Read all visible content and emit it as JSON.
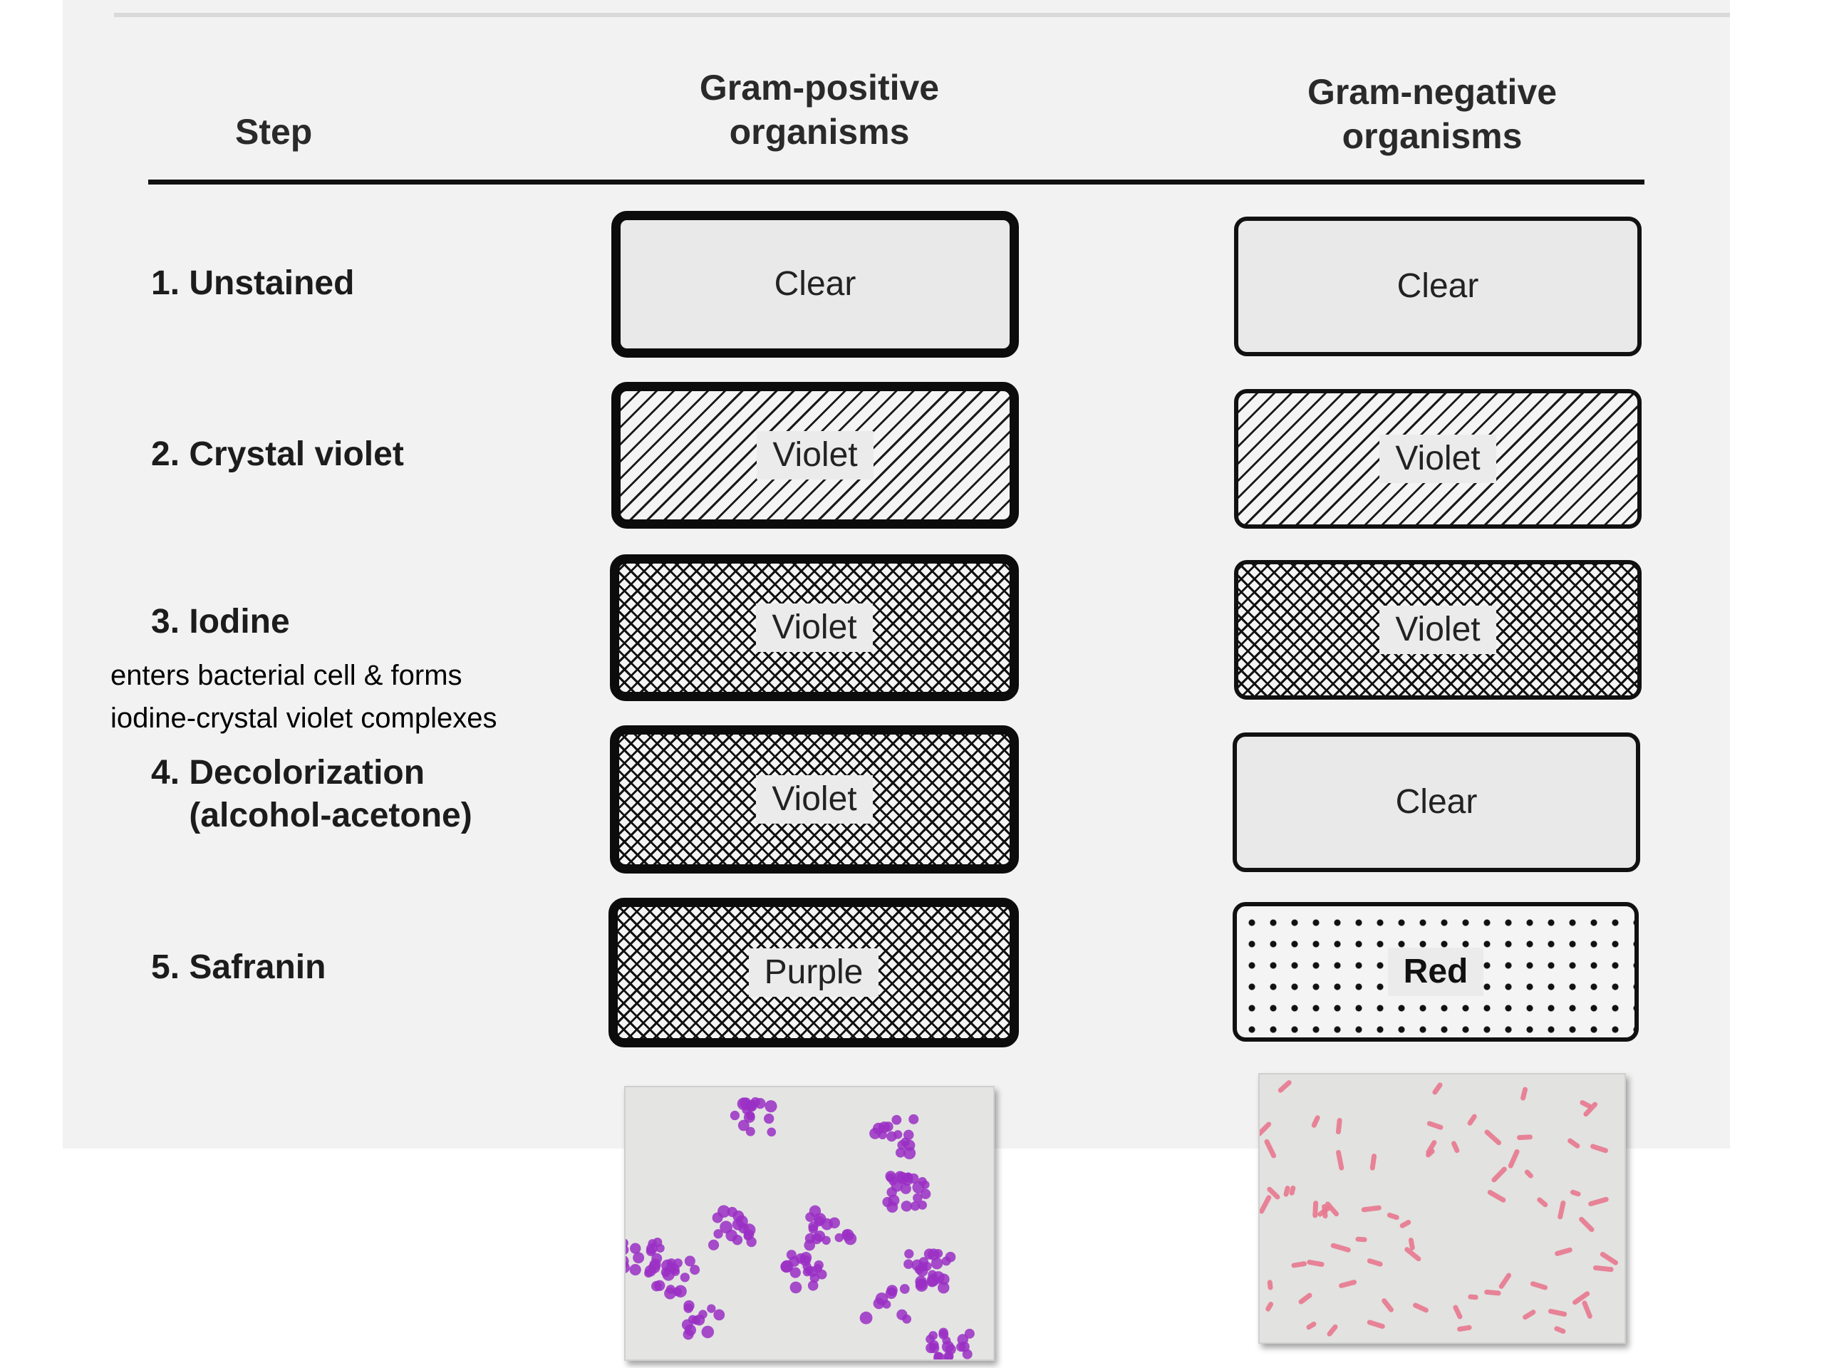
{
  "headers": {
    "step": "Step",
    "gram_positive": "Gram-positive\norganisms",
    "gram_negative": "Gram-negative\norganisms"
  },
  "steps": [
    {
      "label": "1. Unstained",
      "positive": {
        "text": "Clear",
        "pattern": "none"
      },
      "negative": {
        "text": "Clear",
        "pattern": "none"
      }
    },
    {
      "label": "2. Crystal violet",
      "positive": {
        "text": "Violet",
        "pattern": "diagonal-hatch"
      },
      "negative": {
        "text": "Violet",
        "pattern": "diagonal-hatch"
      }
    },
    {
      "label": "3. Iodine",
      "positive": {
        "text": "Violet",
        "pattern": "crosshatch"
      },
      "negative": {
        "text": "Violet",
        "pattern": "crosshatch"
      }
    },
    {
      "label": "4. Decolorization\n    (alcohol-acetone)",
      "positive": {
        "text": "Violet",
        "pattern": "crosshatch"
      },
      "negative": {
        "text": "Clear",
        "pattern": "none"
      }
    },
    {
      "label": "5. Safranin",
      "positive": {
        "text": "Purple",
        "pattern": "crosshatch"
      },
      "negative": {
        "text": "Red",
        "pattern": "dots"
      }
    }
  ],
  "iodine_note": "enters bacterial cell & forms\niodine-crystal violet complexes",
  "micrographs": {
    "gram_positive": {
      "cell_color": "#9a2fc4",
      "shape": "cocci-clusters"
    },
    "gram_negative": {
      "cell_color": "#e8788f",
      "shape": "rods"
    }
  }
}
